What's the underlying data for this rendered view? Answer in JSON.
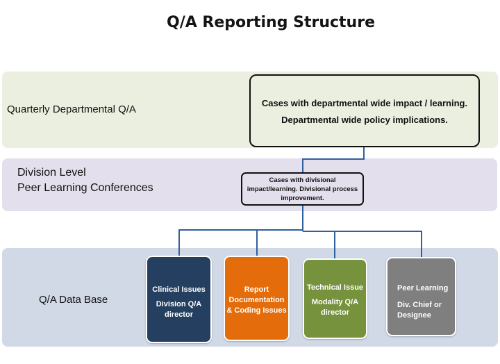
{
  "title": "Q/A Reporting Structure",
  "levels": {
    "quarterly": {
      "label": "Quarterly Departmental  Q/A",
      "box_line1": "Cases with departmental wide impact / learning.",
      "box_line2": "Departmental wide policy implications.",
      "band_color": "#ebefdf"
    },
    "division": {
      "label_line1": "Division Level",
      "label_line2": "Peer Learning Conferences",
      "box_line1": "Cases with divisional",
      "box_line2": "impact/learning. Divisional process",
      "box_line3": "improvement.",
      "band_color": "#e4dfec"
    },
    "database": {
      "label": "Q/A Data Base",
      "band_color": "#d1d9e7"
    }
  },
  "cards": [
    {
      "heading": "Clinical Issues",
      "line1": "Division Q/A",
      "line2": "director",
      "color": "#243f60"
    },
    {
      "heading": "Report",
      "line1": "Documentation",
      "line2": "& Coding Issues",
      "color": "#e46c0a"
    },
    {
      "heading": "Technical Issue",
      "line1": "Modality Q/A",
      "line2": "director",
      "color": "#76923c"
    },
    {
      "heading": "Peer Learning",
      "line1": "Div. Chief or",
      "line2": "Designee",
      "color": "#7f7f7f"
    }
  ],
  "connector_color": "#2e5f9e"
}
